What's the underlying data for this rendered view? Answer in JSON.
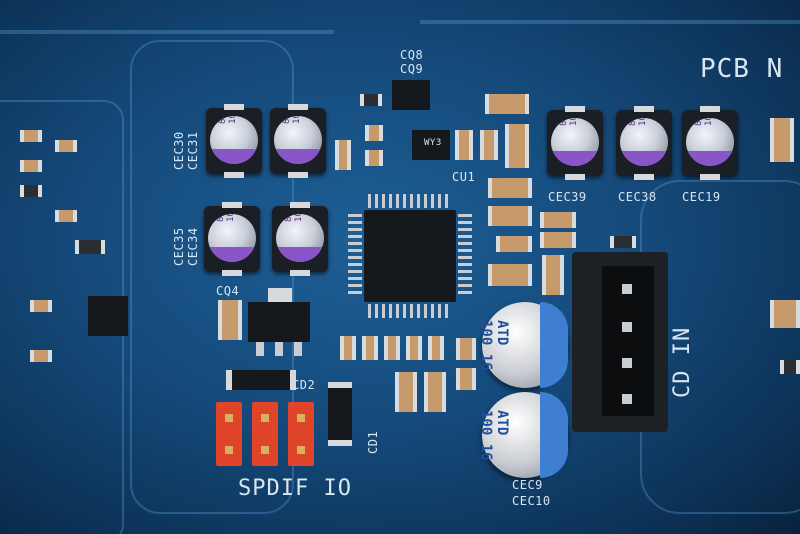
{
  "image": {
    "subject": "circuit-board",
    "colors": {
      "board": "#1a5288",
      "silkscreen": "#d8e6f2",
      "cap_band": "#8a55c9",
      "header": "#e0442a"
    }
  },
  "silkscreen": {
    "pcb": "PCB N",
    "cq8": "CQ8",
    "cq9": "CQ9",
    "cec30": "CEC30",
    "cec31": "CEC31",
    "cec35": "CEC35",
    "cec34": "CEC34",
    "cec39": "CEC39",
    "cec38": "CEC38",
    "cec19": "CEC19",
    "cu1": "CU1",
    "cq4": "CQ4",
    "cd2": "CD2",
    "cd1": "CD1",
    "cd_in": "CD IN",
    "spdif_io": "SPDIF IO",
    "cec9": "CEC9",
    "cec10": "CEC10"
  },
  "components": {
    "cap_marking": "818 10 10",
    "ecap_marking": "ATD 100 16",
    "ic_marking": "WY3"
  }
}
